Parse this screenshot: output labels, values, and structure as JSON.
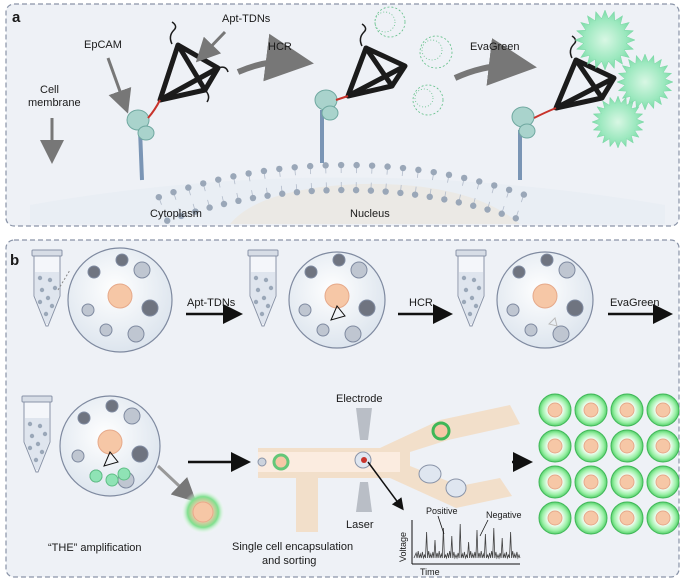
{
  "panel_a": {
    "letter": "a",
    "labels": {
      "epcam": "EpCAM",
      "apt_tdns": "Apt-TDNs",
      "cell_membrane_1": "Cell",
      "cell_membrane_2": "membrane",
      "hcr": "HCR",
      "evagreen": "EvaGreen",
      "cytoplasm": "Cytoplasm",
      "nucleus": "Nucleus"
    }
  },
  "panel_b": {
    "letter": "b",
    "labels": {
      "apt_tdns": "Apt-TDNs",
      "hcr": "HCR",
      "evagreen": "EvaGreen",
      "the_amplification": "“THE” amplification",
      "electrode": "Electrode",
      "laser": "Laser",
      "encapsulation_1": "Single cell encapsulation",
      "encapsulation_2": "and sorting",
      "positive": "Positive",
      "negative": "Negative",
      "voltage": "Voltage",
      "time": "Time"
    }
  },
  "colors": {
    "panel_border": "#8a94a8",
    "panel_bg": "#eef1f6",
    "membrane_head": "#9aa7b8",
    "receptor": "#a9d3cc",
    "tdn_black": "#1b1b1b",
    "aptamer_red": "#c8332b",
    "evagreen": "#8fe3b5",
    "cell_orange": "#f6c7a6",
    "droplet_green": "#7fe08e",
    "arrow_gray": "#777777",
    "channel": "#f2dcc2"
  }
}
